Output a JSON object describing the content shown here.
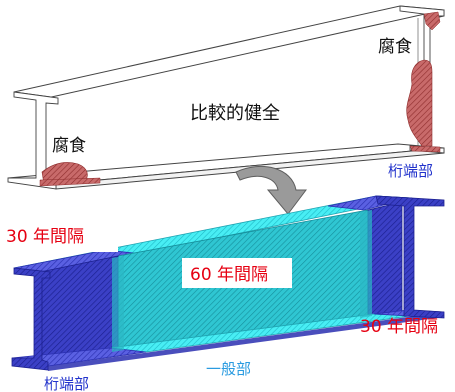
{
  "labels": {
    "top_corrosion_right": "腐食",
    "top_corrosion_left": "腐食",
    "top_sound": "比較的健全",
    "girder_end_top": "桁端部",
    "interval_30_left": "30 年間隔",
    "interval_60": "60 年間隔",
    "interval_30_right": "30 年間隔",
    "general_part": "一般部",
    "girder_end_bottom": "桁端部"
  },
  "colors": {
    "corrosion": "#b84a4a",
    "end_zone": "#4a4fd8",
    "general_zone": "#35e6ee",
    "accent_text_red": "#e60012",
    "accent_text_blue": "#2233cc",
    "arrow": "#8a8a8a"
  },
  "icons": {
    "transition": "curved-arrow-down-icon"
  }
}
